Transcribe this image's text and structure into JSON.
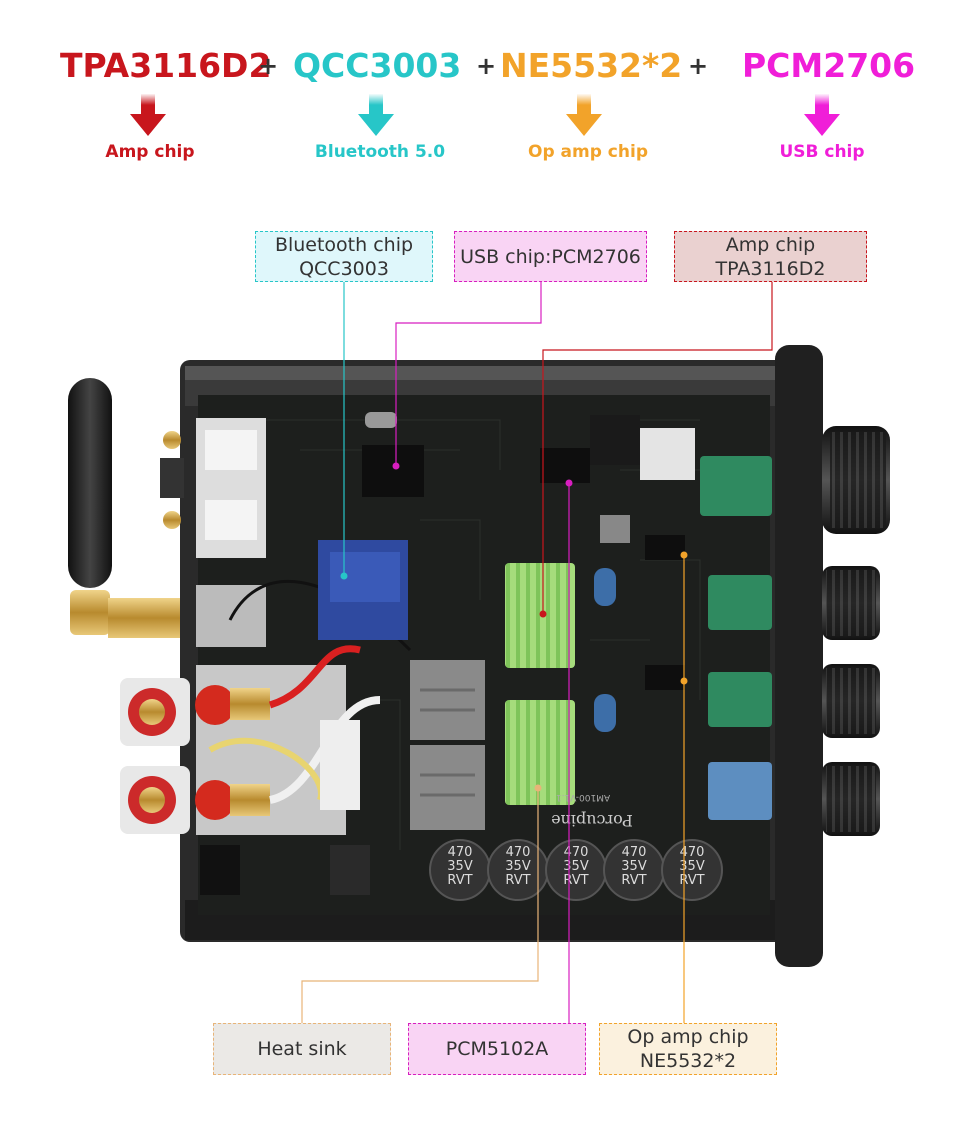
{
  "header": {
    "chips": [
      {
        "name": "TPA3116D2",
        "label": "Amp chip",
        "color": "#c8161d"
      },
      {
        "name": "QCC3003",
        "label": "Bluetooth 5.0",
        "color": "#27c6c8"
      },
      {
        "name": "NE5532*2",
        "label": "Op amp chip",
        "color": "#f2a32a"
      },
      {
        "name": "PCM2706",
        "label": "USB chip",
        "color": "#f01ed8"
      }
    ],
    "plus": "+"
  },
  "callouts": {
    "bluetooth": {
      "line1": "Bluetooth chip",
      "line2": "QCC3003"
    },
    "usb": {
      "line1": "USB chip:PCM2706"
    },
    "amp": {
      "line1": "Amp chip",
      "line2": "TPA3116D2"
    },
    "heatsink": {
      "line1": "Heat sink"
    },
    "dac": {
      "line1": "PCM5102A"
    },
    "opamp": {
      "line1": "Op amp chip",
      "line2": "NE5532*2"
    }
  },
  "board": {
    "capacitor_text": [
      "470",
      "35V",
      "RVT"
    ],
    "brand_text": "Porcupine",
    "model_text": "AM100-V1.1"
  }
}
